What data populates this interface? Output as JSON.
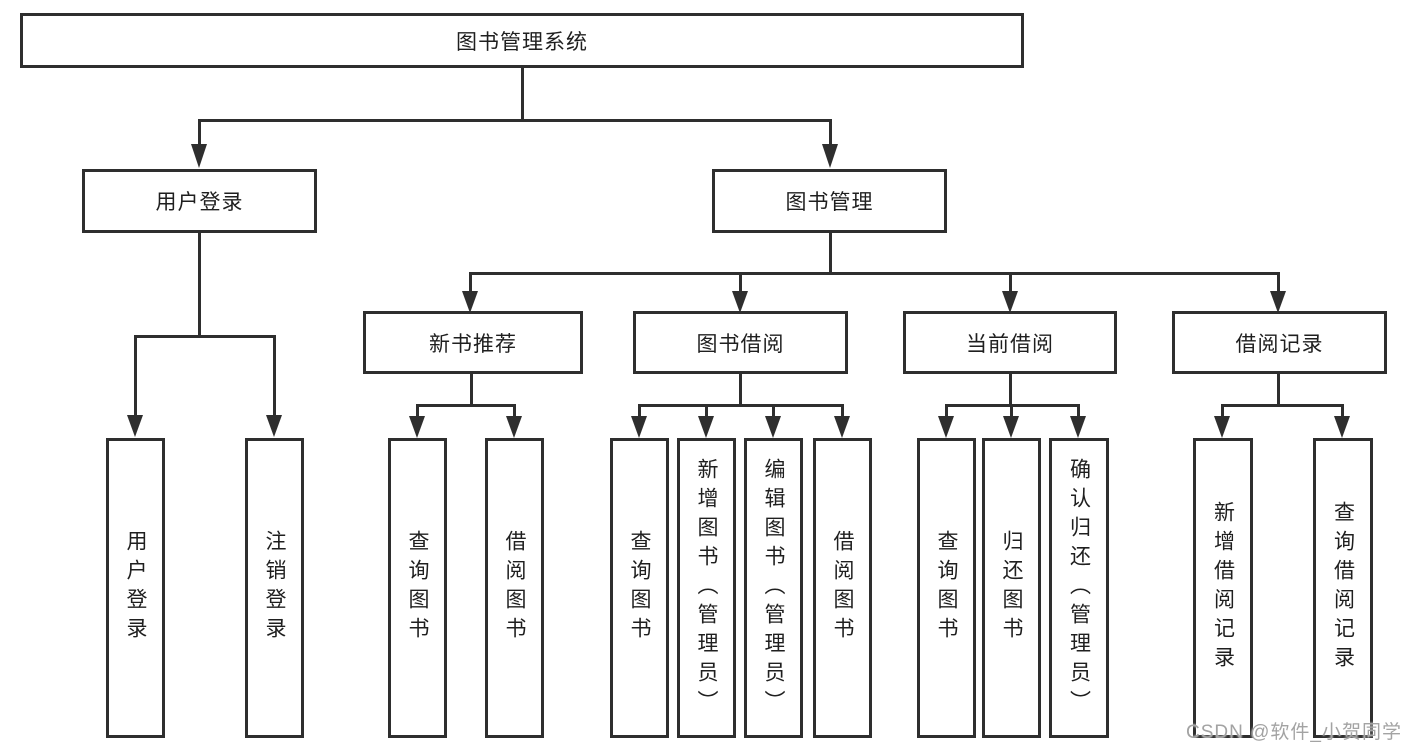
{
  "diagram": {
    "root": "图书管理系统",
    "level2": [
      "用户登录",
      "图书管理"
    ],
    "level3": [
      "新书推荐",
      "图书借阅",
      "当前借阅",
      "借阅记录"
    ],
    "leaves_login": [
      "用户登录",
      "注销登录"
    ],
    "leaves_recommend": [
      "查询图书",
      "借阅图书"
    ],
    "leaves_borrow": [
      "查询图书",
      "新增图书（管理员）",
      "编辑图书（管理员）",
      "借阅图书"
    ],
    "leaves_current": [
      "查询图书",
      "归还图书",
      "确认归还（管理员）"
    ],
    "leaves_records": [
      "新增借阅记录",
      "查询借阅记录"
    ],
    "watermark": "CSDN @软件_小贺同学",
    "colors": {
      "line": "#2e2e2e",
      "text": "#1f1f1f",
      "background": "#ffffff",
      "watermark": "#a3a3a3"
    }
  }
}
